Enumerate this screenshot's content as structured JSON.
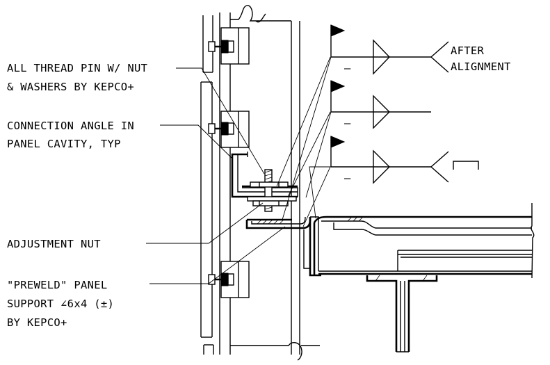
{
  "labels": {
    "thread_pin_line1": "ALL THREAD PIN W/ NUT",
    "thread_pin_line2": "& WASHERS BY KEPCO+",
    "angle_line1": "CONNECTION ANGLE IN",
    "angle_line2": "PANEL CAVITY, TYP",
    "adjust_nut": "ADJUSTMENT NUT",
    "preweld_line1": "\"PREWELD\" PANEL",
    "preweld_line2": "SUPPORT ∠6x4 (±)",
    "preweld_line3": "BY KEPCO+",
    "after_line1": "AFTER",
    "after_line2": "ALIGNMENT"
  },
  "welds": {
    "top_size": "–",
    "middle_size": "–",
    "bottom_size": "–"
  },
  "colors": {
    "line": "#000000",
    "background": "#ffffff"
  }
}
